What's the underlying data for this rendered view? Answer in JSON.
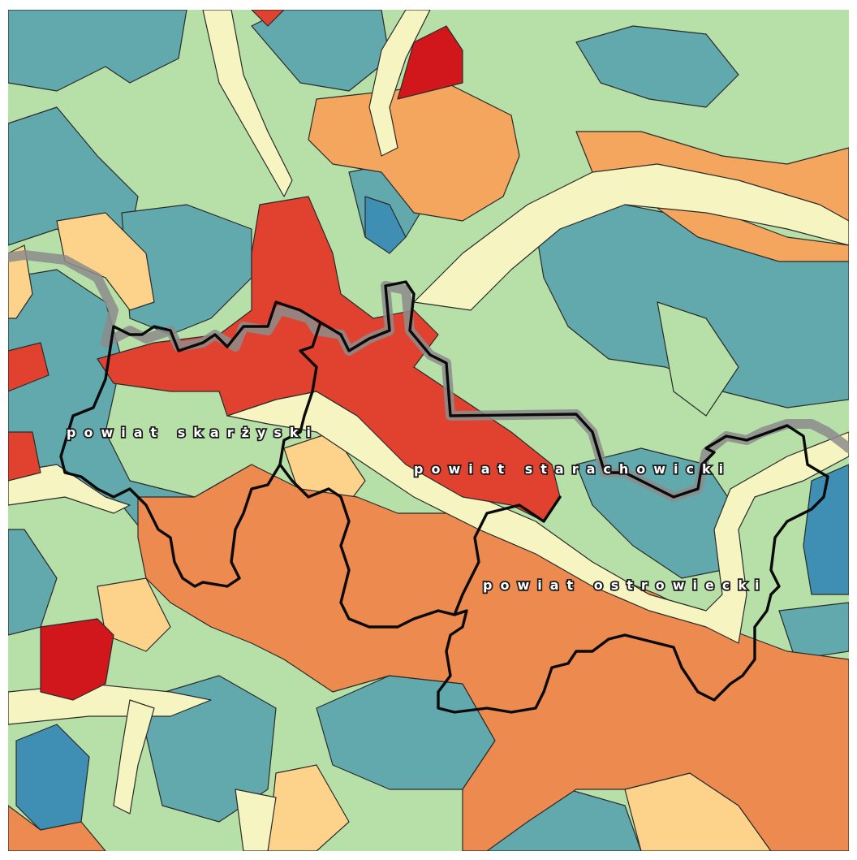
{
  "map": {
    "labels": [
      "powiat skarżyski",
      "powiat starachowicki",
      "powiat ostrowiecki"
    ]
  },
  "colors": {
    "light_green": "#b7dfa8",
    "teal": "#62a9ad",
    "blue": "#3f8fb5",
    "pale_yellow": "#f6f5c2",
    "light_orange": "#fdd38c",
    "orange": "#f4a55e",
    "dark_orange": "#ec8a50",
    "red": "#e0422f",
    "dark_red": "#d2171c",
    "boundary": "#0a0a0a",
    "boundary_halo": "#8c8c8c"
  }
}
